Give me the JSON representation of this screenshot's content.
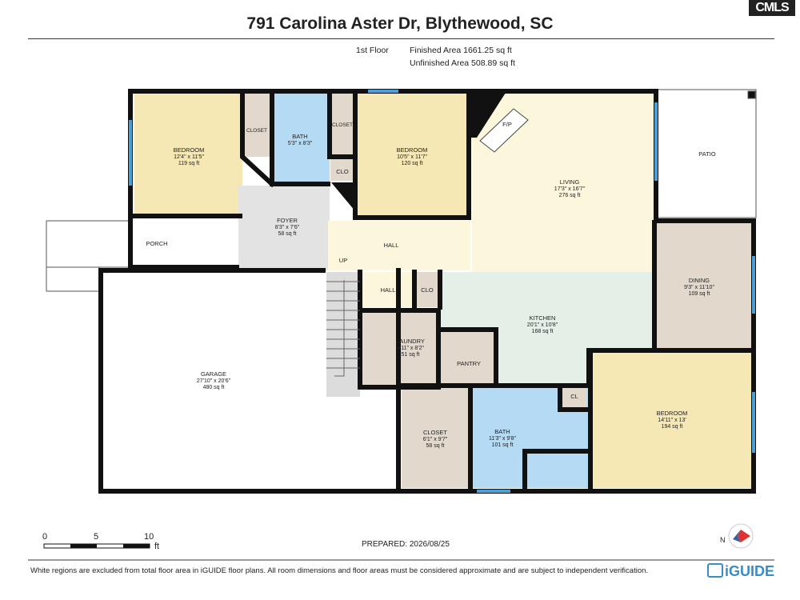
{
  "header": {
    "title": "791 Carolina Aster Dr, Blythewood, SC",
    "logo_text": "CMLS"
  },
  "floor": {
    "name": "1st Floor",
    "finished_area": "Finished Area 1661.25 sq ft",
    "unfinished_area": "Unfinished Area 508.89 sq ft"
  },
  "rooms": {
    "bedroom1": {
      "name": "BEDROOM",
      "dims": "12'4\" x 11'5\"",
      "area": "119 sq ft"
    },
    "closet1": {
      "name": "CLOSET"
    },
    "bath1": {
      "name": "BATH",
      "dims": "5'3\" x 8'3\""
    },
    "closet2": {
      "name": "CLOSET"
    },
    "clo1": {
      "name": "CLO"
    },
    "bedroom2": {
      "name": "BEDROOM",
      "dims": "10'5\" x 11'7\"",
      "area": "120 sq ft"
    },
    "fp": {
      "name": "F/P"
    },
    "living": {
      "name": "LIVING",
      "dims": "17'3\" x 16'7\"",
      "area": "276 sq ft"
    },
    "patio": {
      "name": "PATIO"
    },
    "foyer": {
      "name": "FOYER",
      "dims": "8'3\" x 7'6\"",
      "area": "58 sq ft"
    },
    "porch": {
      "name": "PORCH"
    },
    "hall1": {
      "name": "HALL"
    },
    "up": {
      "name": "UP"
    },
    "hall2": {
      "name": "HALL"
    },
    "clo2": {
      "name": "CLO"
    },
    "dining": {
      "name": "DINING",
      "dims": "9'3\" x 11'10\"",
      "area": "109 sq ft"
    },
    "kitchen": {
      "name": "KITCHEN",
      "dims": "20'1\" x 10'8\"",
      "area": "168 sq ft"
    },
    "laundry": {
      "name": "LAUNDRY",
      "dims": "6'11\" x 8'2\"",
      "area": "51 sq ft"
    },
    "pantry": {
      "name": "PANTRY"
    },
    "garage": {
      "name": "GARAGE",
      "dims": "27'10\" x 20'6\"",
      "area": "480 sq ft"
    },
    "closet3": {
      "name": "CLOSET",
      "dims": "6'1\" x 9'7\"",
      "area": "58 sq ft"
    },
    "bath2": {
      "name": "BATH",
      "dims": "11'3\" x 9'8\"",
      "area": "101 sq ft"
    },
    "cl": {
      "name": "CL"
    },
    "bedroom3": {
      "name": "BEDROOM",
      "dims": "14'11\" x 13'",
      "area": "194 sq ft"
    }
  },
  "scale": {
    "labels": [
      "0",
      "5",
      "10"
    ],
    "unit": "ft"
  },
  "prepared": "PREPARED: 2026/08/25",
  "footer": {
    "note": "White regions are excluded from total floor area in iGUIDE floor plans. All room dimensions and floor areas must be considered approximate and are subject to independent verification.",
    "brand": "iGUIDE"
  },
  "compass": {
    "label": "N"
  },
  "colors": {
    "bedroom": "#f6e8b4",
    "bath": "#b5daf4",
    "closet": "#e2d9cc",
    "living": "#fbf6dc",
    "kitchen": "#e4efe8",
    "foyer": "#e3e3e3",
    "wall": "#111111",
    "window": "#4a9fd6"
  }
}
